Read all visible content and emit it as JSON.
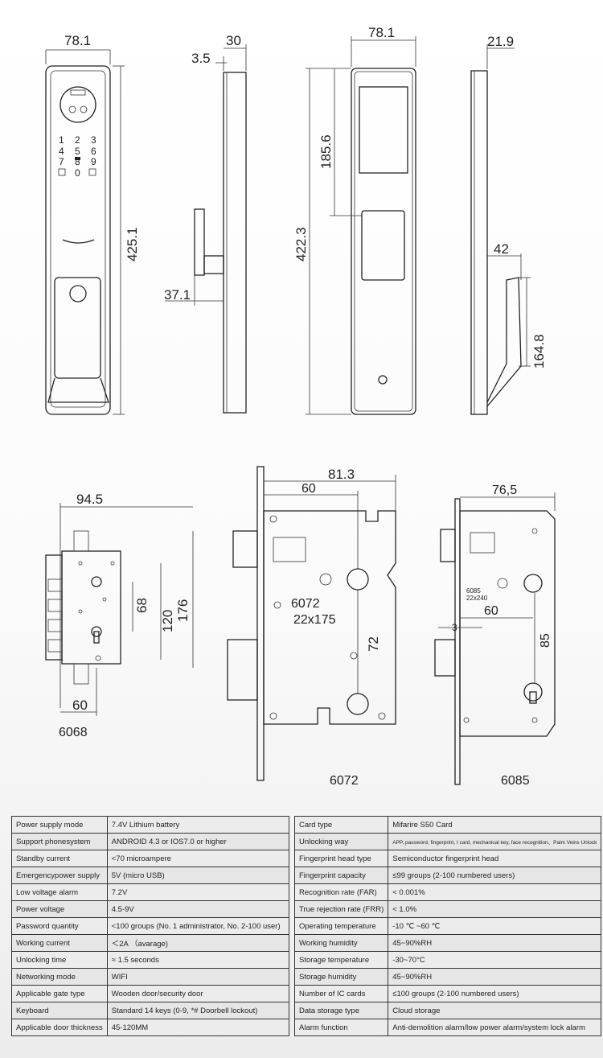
{
  "top_views": {
    "front": {
      "width": "78.1",
      "height": "425.1",
      "keys": [
        "1",
        "2",
        "3",
        "4",
        "5",
        "6",
        "7",
        "8",
        "9",
        "0"
      ]
    },
    "side": {
      "thickness": "30",
      "offset": "3.5",
      "handle_depth": "37.1"
    },
    "back": {
      "width": "78.1",
      "screen_height": "185.6",
      "height": "422.3"
    },
    "side_handle": {
      "thickness": "21.9",
      "handle_depth": "42",
      "handle_length": "164.8"
    }
  },
  "mortise_views": [
    {
      "model": "6068",
      "dims": {
        "width": "94.5",
        "d1": "68",
        "d2": "120",
        "d3": "176",
        "backset": "60"
      }
    },
    {
      "model": "6072",
      "spec": "6072\n22x175",
      "spec_line1": "6072",
      "spec_line2": "22x175",
      "dims": {
        "width": "81.3",
        "backset": "60",
        "center": "72"
      }
    },
    {
      "model": "6085",
      "spec_line1": "6085",
      "spec_line2": "22x240",
      "dims": {
        "width": "76,5",
        "backset": "60",
        "offset": "3",
        "center": "85"
      }
    }
  ],
  "spec_table_left": [
    {
      "label": "Power supply mode",
      "value": "7.4V Lithium battery"
    },
    {
      "label": "Support phonesystem",
      "value": "ANDROID 4.3 or IOS7.0 or higher"
    },
    {
      "label": "Standby current",
      "value": "<70 microampere"
    },
    {
      "label": "Emergencypower supply",
      "value": "5V (micro USB)"
    },
    {
      "label": "Low voltage alarm",
      "value": "7.2V"
    },
    {
      "label": "Power voltage",
      "value": "4.5-9V"
    },
    {
      "label": "Password quantity",
      "value": "<100 groups (No. 1 administrator, No. 2-100 user)"
    },
    {
      "label": "Working current",
      "value": "＜2A （avarage)"
    },
    {
      "label": "Unlocking time",
      "value": "≈ 1.5 seconds"
    },
    {
      "label": "Networking mode",
      "value": "WIFI"
    },
    {
      "label": "Applicable gate type",
      "value": "Wooden door/security door"
    },
    {
      "label": "Keyboard",
      "value": "Standard 14 keys (0-9, *# Doorbell lockout)"
    },
    {
      "label": "Applicable door thickness",
      "value": "45-120MM"
    }
  ],
  "spec_table_right": [
    {
      "label": "Card type",
      "value": "Mifarire S50 Card"
    },
    {
      "label": "Unlocking way",
      "value": "APP, password, fingerprint, I card, mechanical key, face recognition、Palm Veins Unlock"
    },
    {
      "label": "Fingerprint head type",
      "value": "Semiconductor fingerprint head"
    },
    {
      "label": "Fingerprint capacity",
      "value": "≤99 groups (2-100 numbered users)"
    },
    {
      "label": "Recognition rate (FAR)",
      "value": "< 0.001%"
    },
    {
      "label": "True rejection rate (FRR)",
      "value": "< 1.0%"
    },
    {
      "label": "Operating temperature",
      "value": "-10 ℃ ~60 ℃"
    },
    {
      "label": "Working humidity",
      "value": "45~90%RH"
    },
    {
      "label": "Storage temperature",
      "value": "-30~70°C"
    },
    {
      "label": "Storage humidity",
      "value": "45~90%RH"
    },
    {
      "label": "Number of IC cards",
      "value": "≤100 groups (2-100 numbered users)"
    },
    {
      "label": "Data storage type",
      "value": "Cloud storage"
    },
    {
      "label": "Alarm function",
      "value": "Anti-demolition alarm/low power alarm/system lock alarm"
    }
  ]
}
